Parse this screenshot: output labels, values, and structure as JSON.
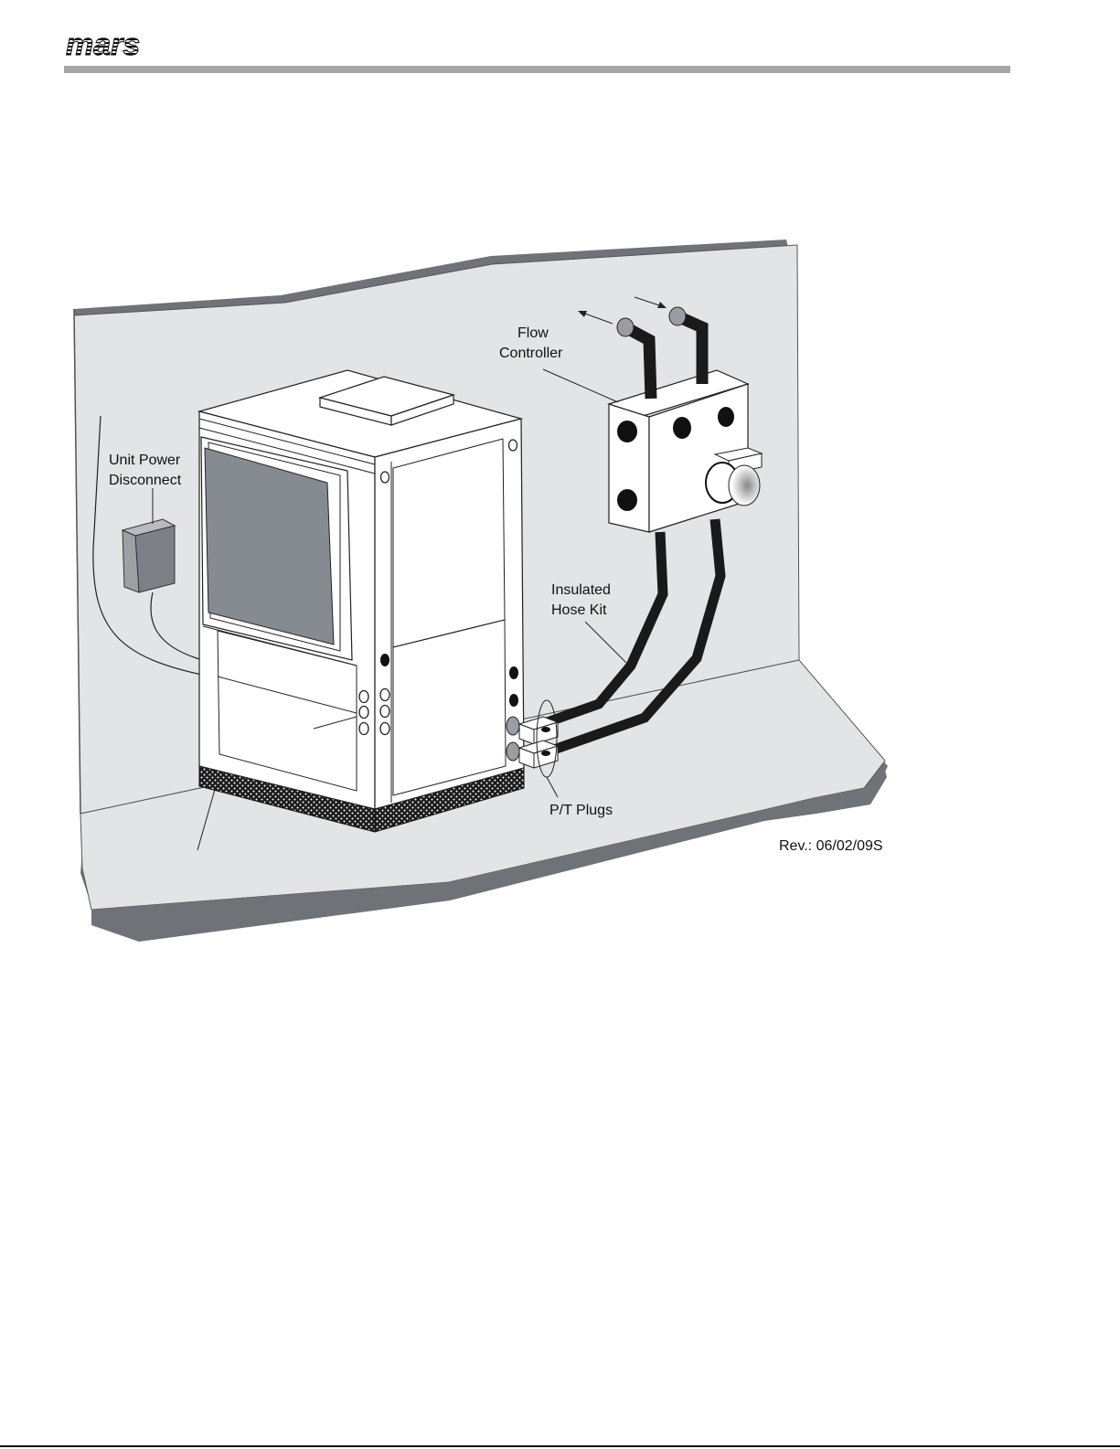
{
  "header": {
    "logo_text": "mars"
  },
  "labels": {
    "flow_controller_1": "Flow",
    "flow_controller_2": "Controller",
    "unit_power_1": "Unit Power",
    "unit_power_2": "Disconnect",
    "hose_kit_1": "Insulated",
    "hose_kit_2": "Hose Kit",
    "pt_plugs": "P/T Plugs",
    "revision": "Rev.: 06/02/09S"
  },
  "colors": {
    "wall": "#e3e4e5",
    "wall_edge": "#7f8287",
    "panel_dark": "#868b91",
    "hose": "#1a1a1a",
    "rule": "#a6a6a6"
  }
}
